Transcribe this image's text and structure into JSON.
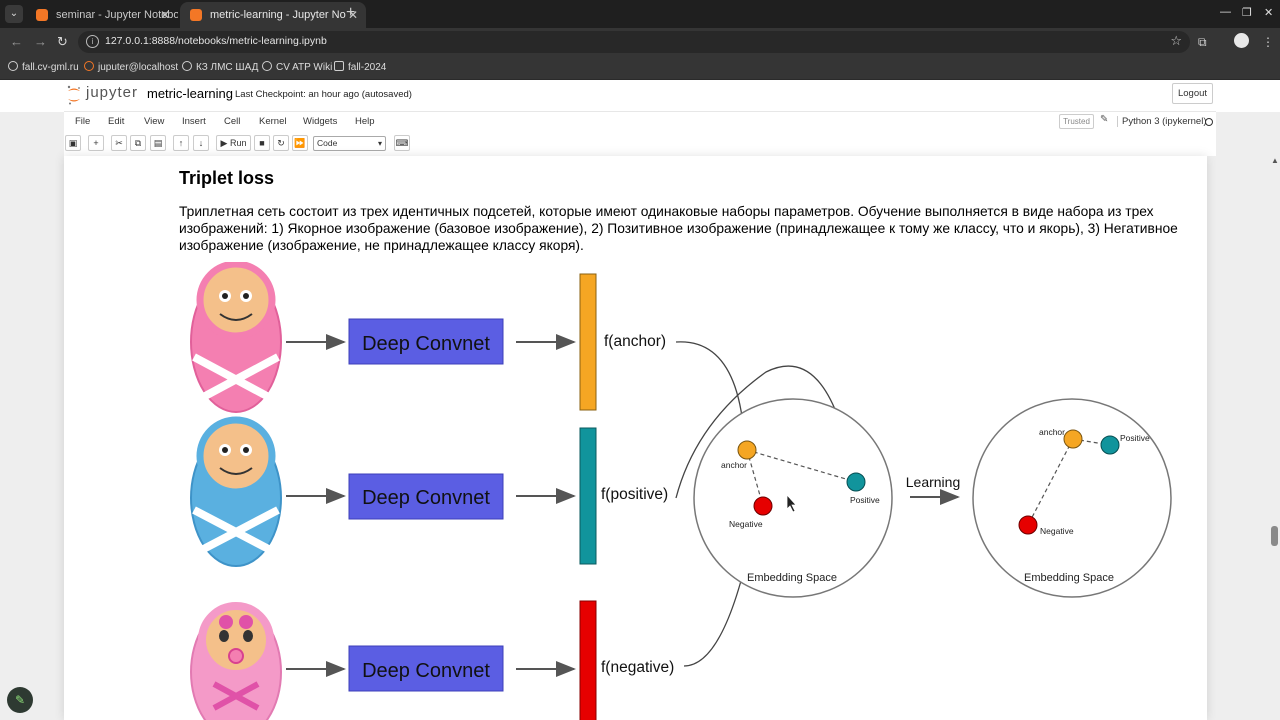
{
  "browser": {
    "tabs": [
      {
        "title": "seminar - Jupyter Notebook",
        "active": false
      },
      {
        "title": "metric-learning - Jupyter No",
        "active": true
      }
    ],
    "url": "127.0.0.1:8888/notebooks/metric-learning.ipynb",
    "bookmarks": [
      "fall.cv-gml.ru",
      "juputer@localhost",
      "КЗ ЛМС ШАД",
      "CV ATP Wiki",
      "fall-2024"
    ]
  },
  "jupyter": {
    "logo_text": "jupyter",
    "notebook_name": "metric-learning",
    "checkpoint": "Last Checkpoint: an hour ago  (autosaved)",
    "logout_label": "Logout",
    "menu": [
      "File",
      "Edit",
      "View",
      "Insert",
      "Cell",
      "Kernel",
      "Widgets",
      "Help"
    ],
    "trusted_label": "Trusted",
    "kernel_name": "Python 3 (ipykernel)",
    "toolbar": {
      "run_label": "Run",
      "cell_type": "Code"
    }
  },
  "cell": {
    "heading": "Triplet loss",
    "paragraph": "Триплетная сеть состоит из трех идентичных подсетей, которые имеют одинаковые наборы параметров. Обучение выполняется в виде набора из трех изображений: 1) Якорное изображение (базовое изображение), 2) Позитивное изображение (принадлежащее к тому же классу, что и якорь), 3) Негативное изображение (изображение, не принадлежащее классу якоря)."
  },
  "diagram": {
    "network_label": "Deep Convnet",
    "embedding_labels": [
      "f(anchor)",
      "f(positive)",
      "f(negative)"
    ],
    "point_labels": {
      "anchor": "anchor",
      "positive": "Positive",
      "negative": "Negative"
    },
    "space_label": "Embedding Space",
    "learning_label": "Learning",
    "colors": {
      "convnet": "#5b5ee3",
      "anchor": "#f5a623",
      "positive": "#11949c",
      "negative": "#e60000",
      "baby_pink": "#f47fb1",
      "baby_blue": "#5ab0e0"
    }
  }
}
